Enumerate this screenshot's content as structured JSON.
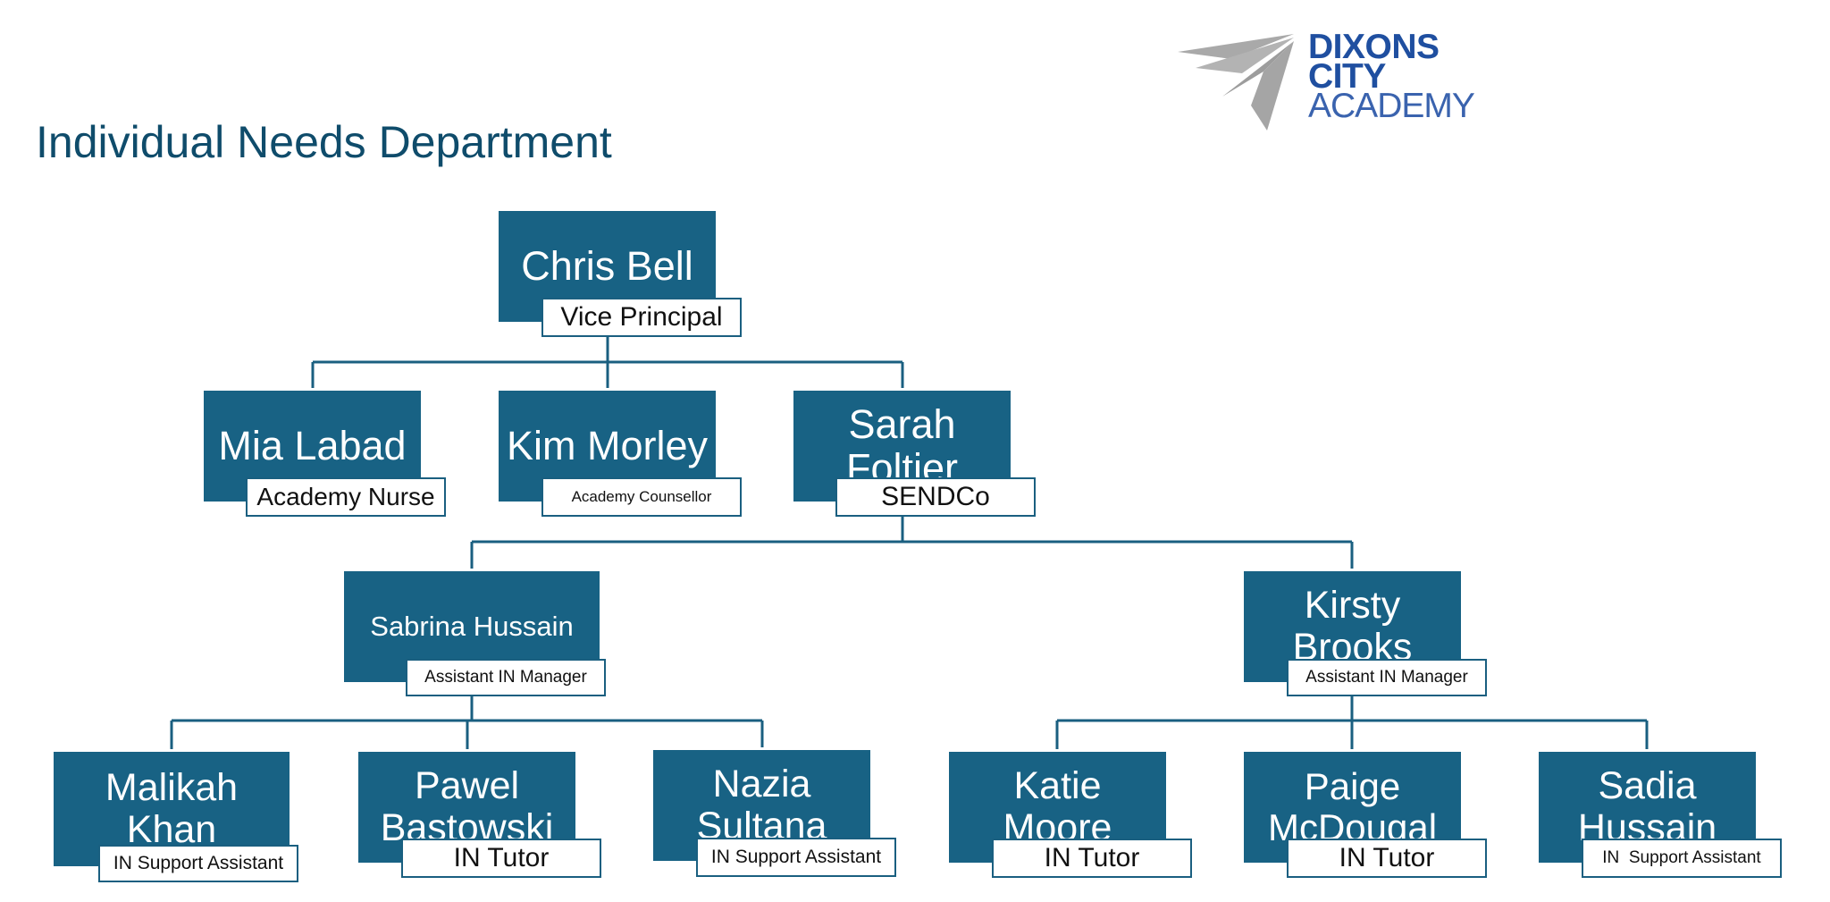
{
  "header": {
    "title": "Individual Needs Department"
  },
  "logo": {
    "line1": "DIXONS",
    "line2": "CITY",
    "line3": "ACADEMY",
    "colors": {
      "primary": "#1f4fa0",
      "mark": "#a9a9a9"
    }
  },
  "colors": {
    "box_fill": "#186284",
    "line": "#1a5f80",
    "title": "#0f4c6b"
  },
  "org_chart": {
    "chris_bell": {
      "name": "Chris Bell",
      "role": "Vice Principal"
    },
    "mia_labad": {
      "name": "Mia Labad",
      "role": "Academy Nurse"
    },
    "kim_morley": {
      "name": "Kim Morley",
      "role": "Academy Counsellor"
    },
    "sarah_foltier": {
      "name": "Sarah Foltier",
      "role": "SENDCo"
    },
    "sabrina_hussain": {
      "name": "Sabrina Hussain",
      "role": "Assistant IN Manager"
    },
    "kirsty_brooks": {
      "name": "Kirsty Brooks",
      "role": "Assistant IN Manager"
    },
    "malikah_khan": {
      "name": "Malikah Khan",
      "role": "IN Support Assistant"
    },
    "pawel_bastowski": {
      "name": "Pawel Bastowski",
      "role": "IN Tutor"
    },
    "nazia_sultana": {
      "name": "Nazia Sultana",
      "role": "IN Support Assistant"
    },
    "katie_moore": {
      "name": "Katie Moore",
      "role": "IN Tutor"
    },
    "paige_mcdougal": {
      "name": "Paige McDougal",
      "role": "IN Tutor"
    },
    "sadia_hussain": {
      "name": "Sadia Hussain",
      "role": "IN  Support Assistant"
    }
  }
}
